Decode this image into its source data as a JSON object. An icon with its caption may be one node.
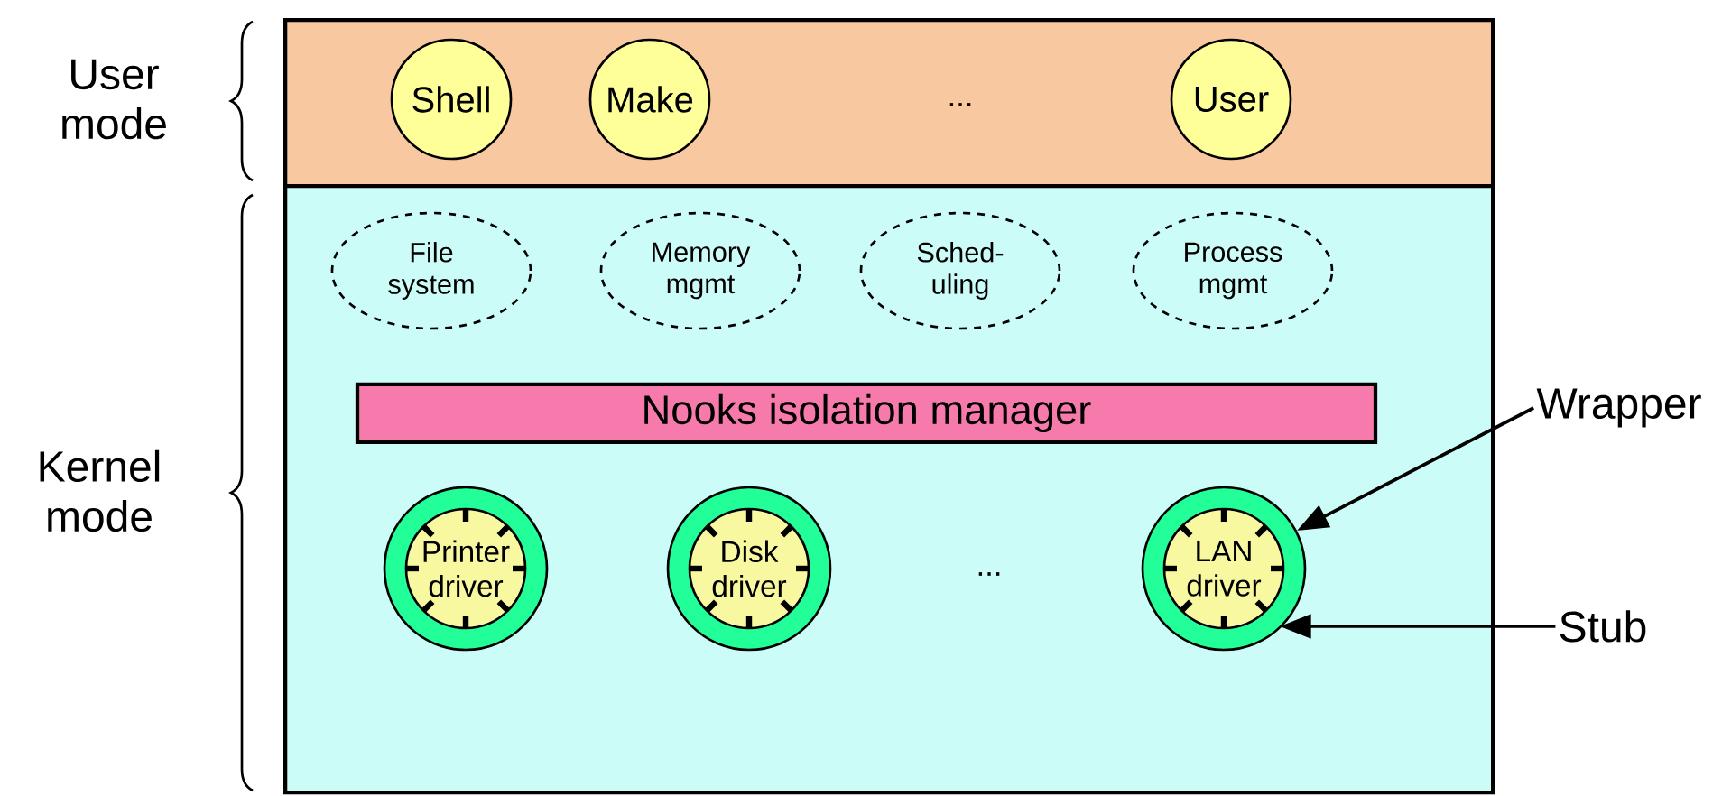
{
  "diagram": {
    "nodes": [
      {
        "text": [],
        "shape": "box",
        "beside": [
          "User mode"
        ]
      },
      {
        "text": [
          "Shell"
        ],
        "in": 0
      },
      {
        "text": [
          "Make"
        ],
        "in": 0
      },
      {
        "text": [
          "User"
        ],
        "in": 0
      },
      {
        "text": [],
        "shape": "box",
        "beside": [
          "Kernel mode"
        ]
      },
      {
        "text": [
          "File system"
        ],
        "in": 4
      },
      {
        "text": [
          "Memory mgmt"
        ],
        "in": 4
      },
      {
        "text": [
          "Sched-uling"
        ],
        "in": 4
      },
      {
        "text": [
          "Process mgmt"
        ],
        "in": 4
      },
      {
        "text": [
          "Nooks isolation manager"
        ],
        "in": 4
      },
      {
        "text": [],
        "shape": "circle",
        "in": 4
      },
      {
        "text": [
          "Printer driver"
        ],
        "in": 10
      },
      {
        "text": [],
        "shape": "circle",
        "in": 4
      },
      {
        "text": [
          "Disk driver"
        ],
        "in": 12
      },
      {
        "text": [],
        "shape": "circle",
        "in": 4
      },
      {
        "text": [
          "LAN driver"
        ],
        "in": 14
      },
      {
        "text": [
          "Wrapper"
        ]
      },
      {
        "text": [
          "Stub"
        ]
      }
    ],
    "edges": [
      {
        "from": 16,
        "to": 14,
        "arrow": "to"
      },
      {
        "from": 17,
        "to": 14,
        "arrow": "to"
      }
    ],
    "labels": [
      "...",
      "..."
    ]
  }
}
